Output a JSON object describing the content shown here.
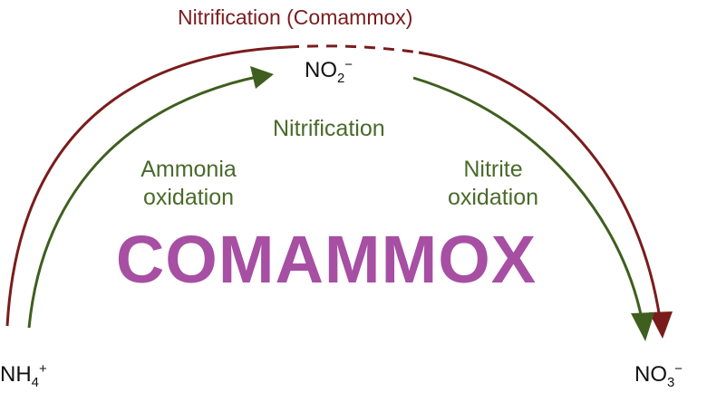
{
  "colors": {
    "comammox_arc": "#7a1c1c",
    "nitrification_arc": "#3f5f1f",
    "nitrification_text": "#4a6a2a",
    "title_text": "#7a1c1c",
    "comammox_text": "#a64fa3",
    "species_text": "#111111"
  },
  "top_label": "Nitrification (Comammox)",
  "center_label": "Nitrification",
  "left_label": {
    "line1": "Ammonia",
    "line2": "oxidation"
  },
  "right_label": {
    "line1": "Nitrite",
    "line2": "oxidation"
  },
  "big_label": "COMAMMOX",
  "species": {
    "nh4": {
      "base": "NH",
      "sub": "4",
      "sup": "+"
    },
    "no2": {
      "base": "NO",
      "sub": "2",
      "sup": "−"
    },
    "no3": {
      "base": "NO",
      "sub": "3",
      "sup": "−"
    }
  }
}
